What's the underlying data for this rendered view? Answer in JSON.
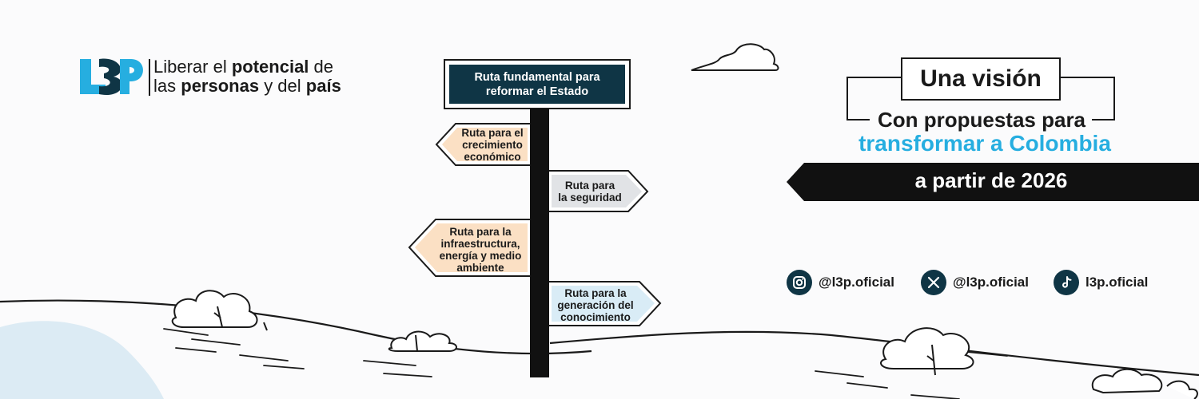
{
  "brand": {
    "logo_text": "L3P",
    "tagline_line1_a": "Liberar el ",
    "tagline_line1_b": "potencial",
    "tagline_line1_c": " de",
    "tagline_line2_a": "las ",
    "tagline_line2_b": "personas",
    "tagline_line2_c": " y del ",
    "tagline_line2_d": "país"
  },
  "signpost": {
    "main": "Ruta fundamental para reformar el Estado",
    "sign1": [
      "Ruta para el",
      "crecimiento",
      "económico"
    ],
    "sign2": [
      "Ruta para",
      "la seguridad"
    ],
    "sign3": [
      "Ruta para la",
      "infraestructura,",
      "energía y medio",
      "ambiente"
    ],
    "sign4": [
      "Ruta para la",
      "generación del",
      "conocimiento"
    ]
  },
  "headline": {
    "vision": "Una visión",
    "proposals": "Con propuestas para",
    "transform": "transformar a Colombia",
    "date": "a partir de 2026"
  },
  "social": {
    "instagram": "@l3p.oficial",
    "x": "@l3p.oficial",
    "tiktok": "l3p.oficial"
  },
  "colors": {
    "navy": "#0f3545",
    "accent_blue": "#26aee0",
    "peach": "#fbe0c4",
    "light_blue": "#d9ecf6",
    "grey_sign": "#e1e3e6",
    "black": "#111111"
  },
  "icons": [
    "cloud-icon",
    "instagram-icon",
    "x-icon",
    "tiktok-icon",
    "tree-icon"
  ]
}
